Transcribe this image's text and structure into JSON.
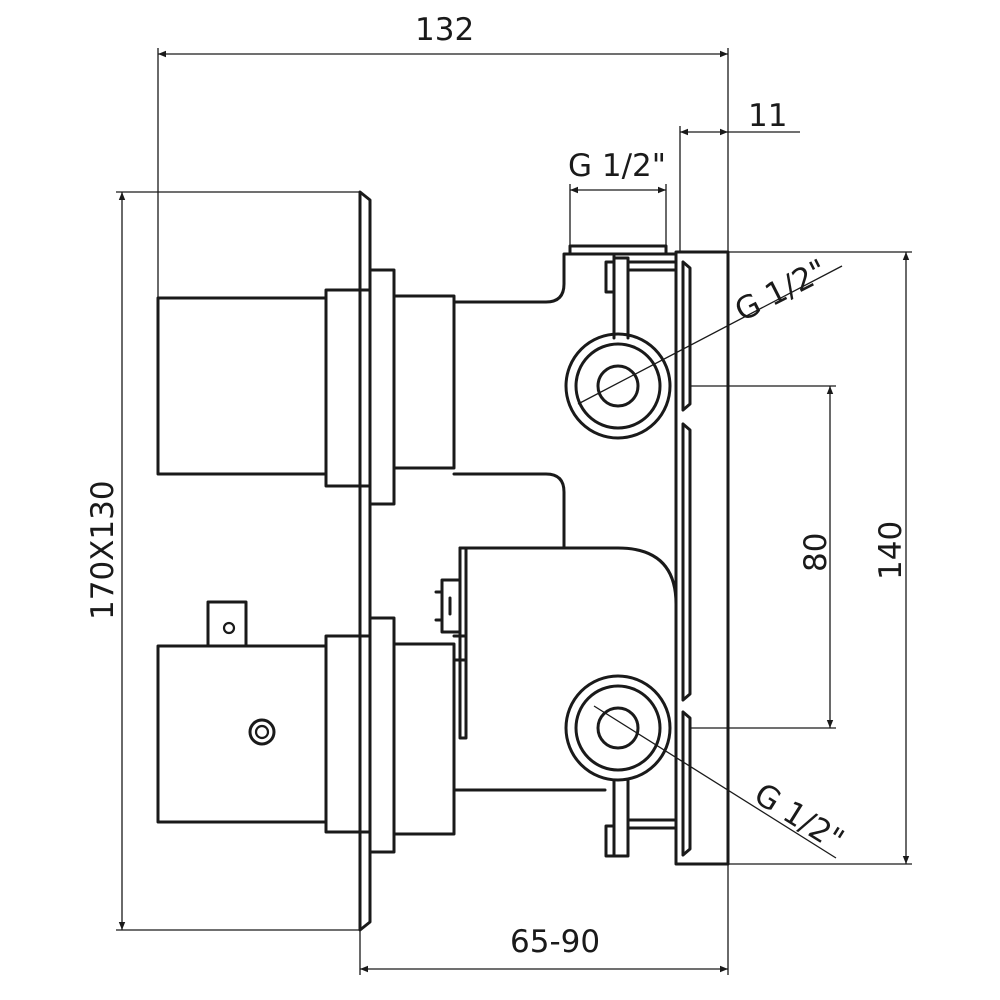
{
  "dimensions": {
    "overall_width": "132",
    "plate_offset": "11",
    "top_thread": "G 1/2\"",
    "inlet_thread_upper": "G 1/2\"",
    "inlet_thread_lower": "G 1/2\"",
    "plate_size": "170X130",
    "inlet_spacing": "80",
    "body_height": "140",
    "install_depth": "65-90"
  }
}
